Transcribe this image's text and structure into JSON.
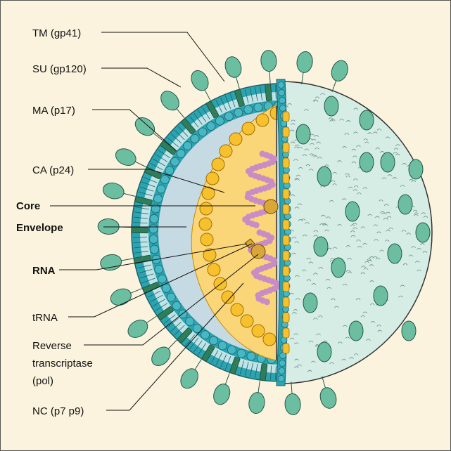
{
  "labels": {
    "tm": "TM (gp41)",
    "su": "SU (gp120)",
    "ma": "MA (p17)",
    "ca": "CA (p24)",
    "core": "Core",
    "envelope": "Envelope",
    "rna": "RNA",
    "trna": "tRNA",
    "rt_line1": "Reverse",
    "rt_line2": "transcriptase",
    "rt_line3": "(pol)",
    "nc": "NC (p7 p9)"
  },
  "colors": {
    "background": "#fbf3dd",
    "envelope_glycoprotein": "#6bbfa0",
    "membrane": "#2aa4b0",
    "matrix_beads": "#46b8c4",
    "capsid_core": "#fbd679",
    "capsid_beads": "#f7c12e",
    "virion_interior": "#c5dae2",
    "outer_surface": "#d6ede6",
    "rna": "#c98dc4",
    "enzyme": "#d9a63a",
    "transmembrane": "#2e7d5b"
  }
}
